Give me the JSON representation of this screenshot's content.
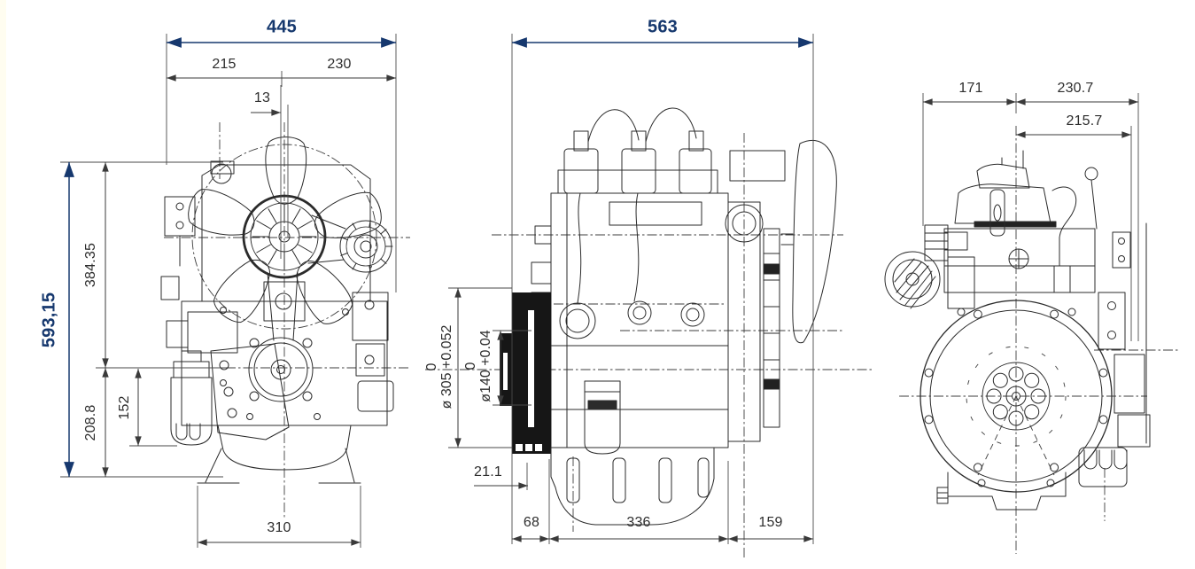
{
  "page": {
    "background": "#ffffff",
    "edge_tint": "#fffdf0",
    "accent_blue": "#16386e",
    "dim_text_color": "#2e2e2e",
    "line_ink": "#2b2b2b"
  },
  "dims": {
    "front": {
      "overall_width": "445",
      "left_of_fan_center": "215",
      "right_of_fan_center": "230",
      "fan_center_offset": "13",
      "overall_height": "593,15",
      "crank_to_top": "384.35",
      "crank_to_bottom": "208.8",
      "mount_height": "152",
      "foot_span": "310"
    },
    "side": {
      "overall_length": "563",
      "flywheel_bore_upper_tol": "0",
      "flywheel_bore": "ø 305 +0.052",
      "pilot_bore_upper_tol": "0",
      "pilot_bore": "ø140 +0.04",
      "flywheel_face_offset": "21.1",
      "front_section": "68",
      "mid_section": "336",
      "rear_section": "159"
    },
    "rear": {
      "center_to_left": "171",
      "center_to_right": "230.7",
      "center_to_right_inner": "215.7"
    }
  }
}
